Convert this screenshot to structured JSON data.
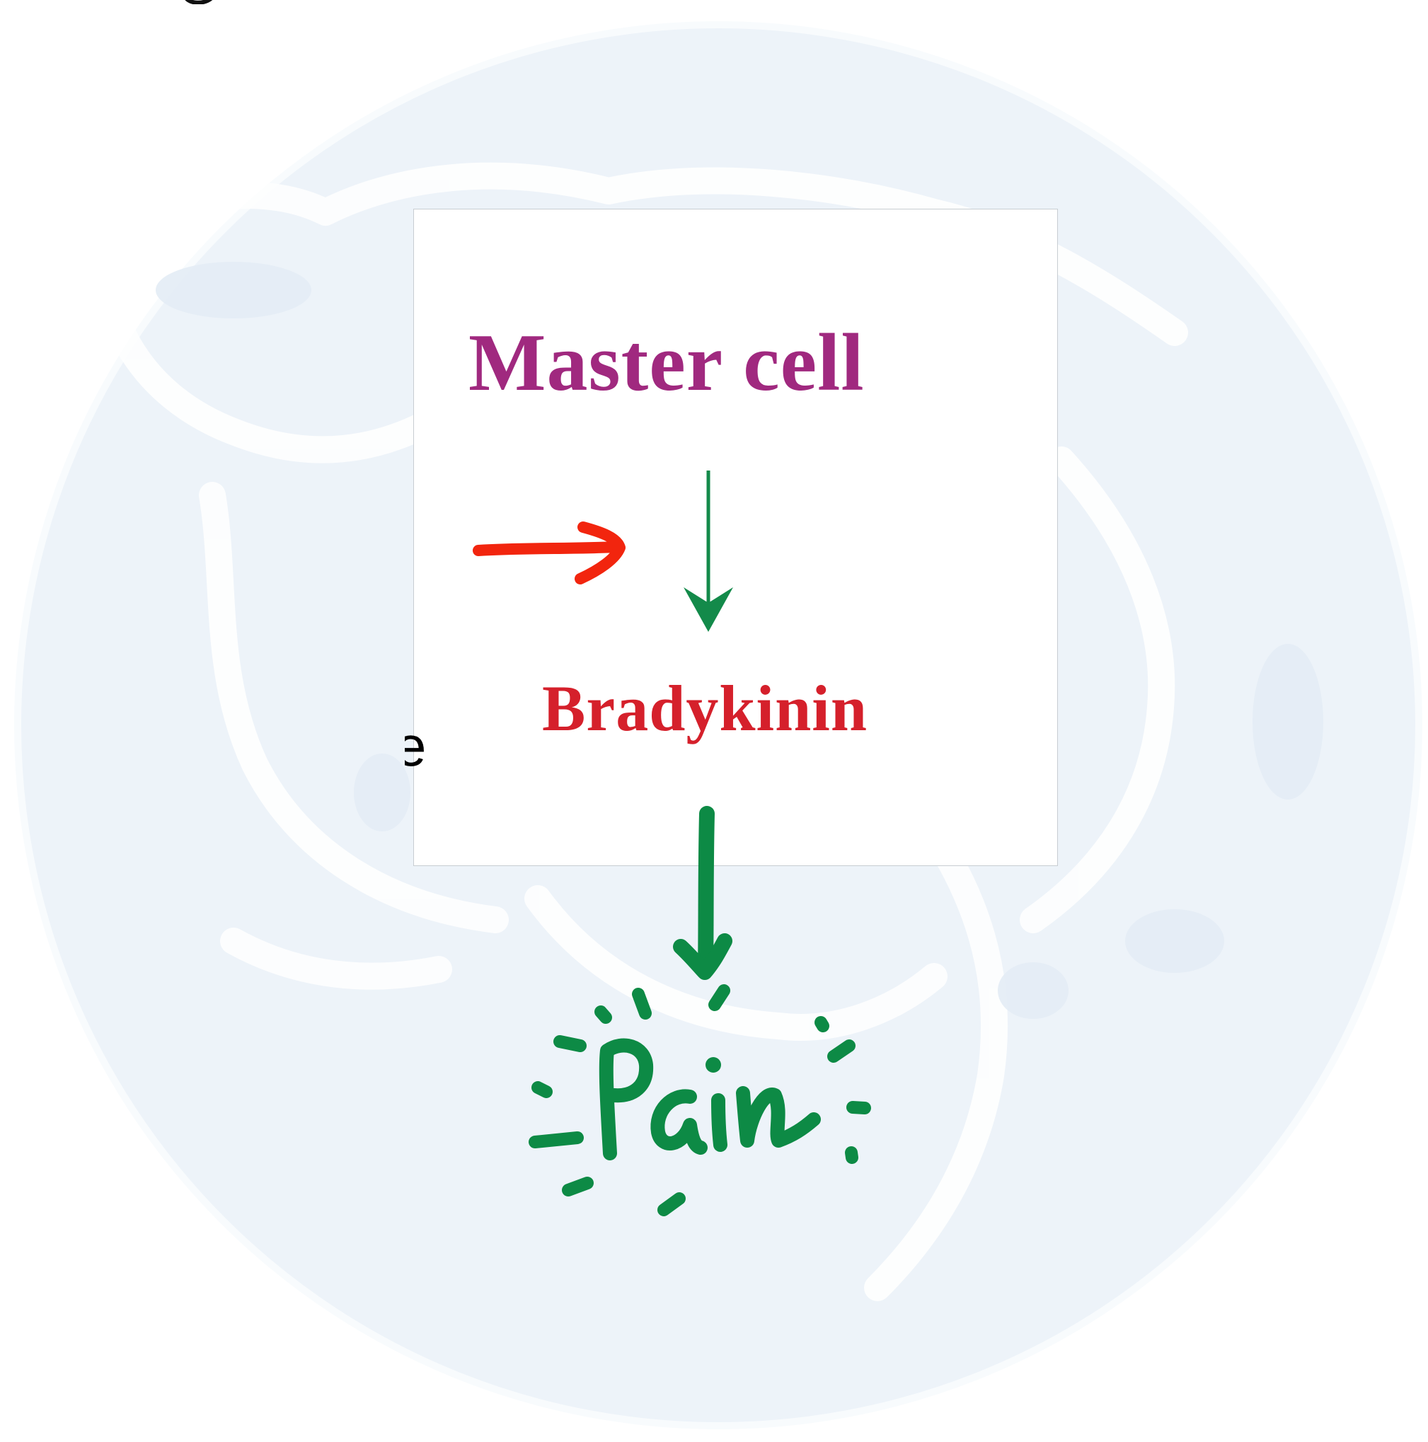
{
  "diagram": {
    "title": "Master cell",
    "product": "Bradykinin",
    "outcome": "Pain",
    "edge_fragment": "e"
  },
  "colors": {
    "title": "#a0297f",
    "product": "#d5202b",
    "printed_arrow": "#138a4a",
    "ink_green": "#0d8a45",
    "ink_red": "#f2250e",
    "watermark": "#eef4fa",
    "watermark_outline": "#ffffff"
  },
  "icons": {
    "printed_arrow": "down-arrow",
    "annotation_arrow": "right-arrow",
    "ink_arrow": "down-arrow",
    "emphasis": "radiating-dashes"
  }
}
